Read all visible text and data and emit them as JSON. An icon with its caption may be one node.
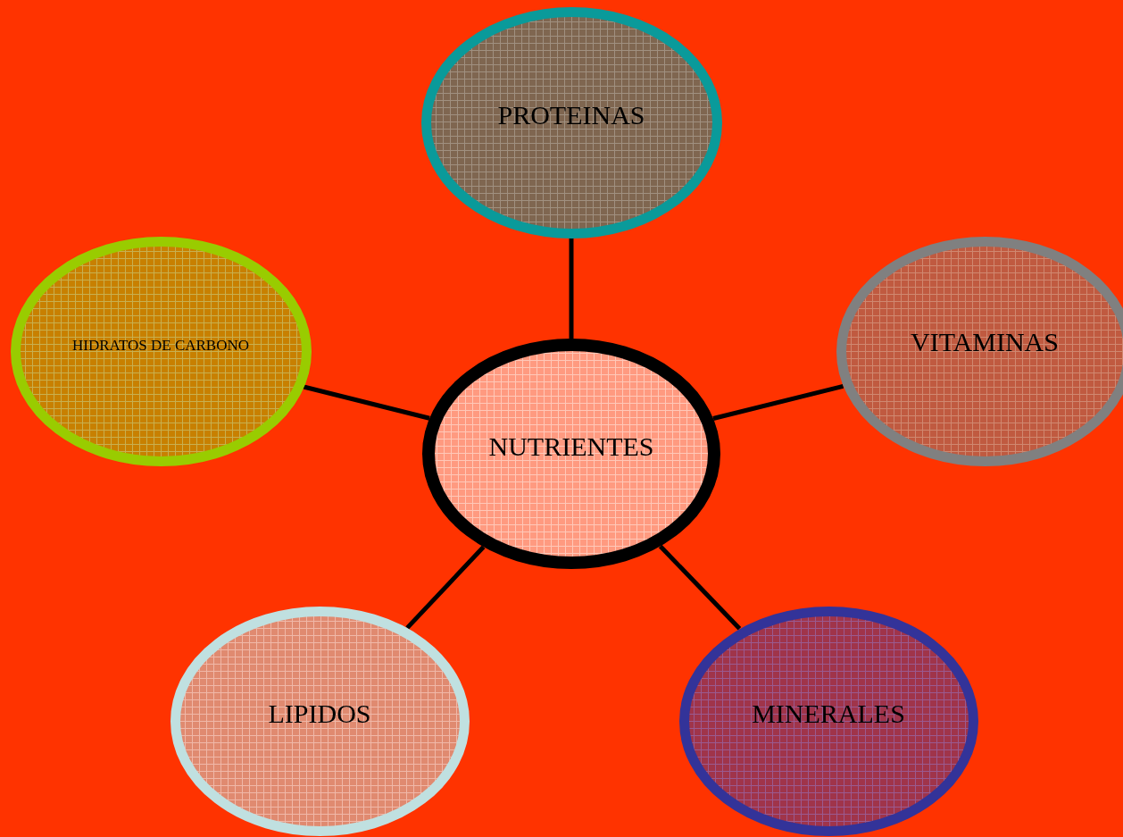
{
  "diagram": {
    "nodes": [
      {
        "text": [
          "PROTEINAS"
        ]
      },
      {
        "text": [
          "HIDRATOS DE CARBONO"
        ]
      },
      {
        "text": [
          "VITAMINAS"
        ]
      },
      {
        "text": [
          "NUTRIENTES"
        ]
      },
      {
        "text": [
          "LIPIDOS"
        ]
      },
      {
        "text": [
          "MINERALES"
        ]
      }
    ],
    "edges": [
      {
        "from": 3,
        "to": 0,
        "arrow": "none"
      },
      {
        "from": 3,
        "to": 1,
        "arrow": "none"
      },
      {
        "from": 3,
        "to": 2,
        "arrow": "none"
      },
      {
        "from": 3,
        "to": 4,
        "arrow": "none"
      },
      {
        "from": 3,
        "to": 5,
        "arrow": "none"
      }
    ]
  }
}
